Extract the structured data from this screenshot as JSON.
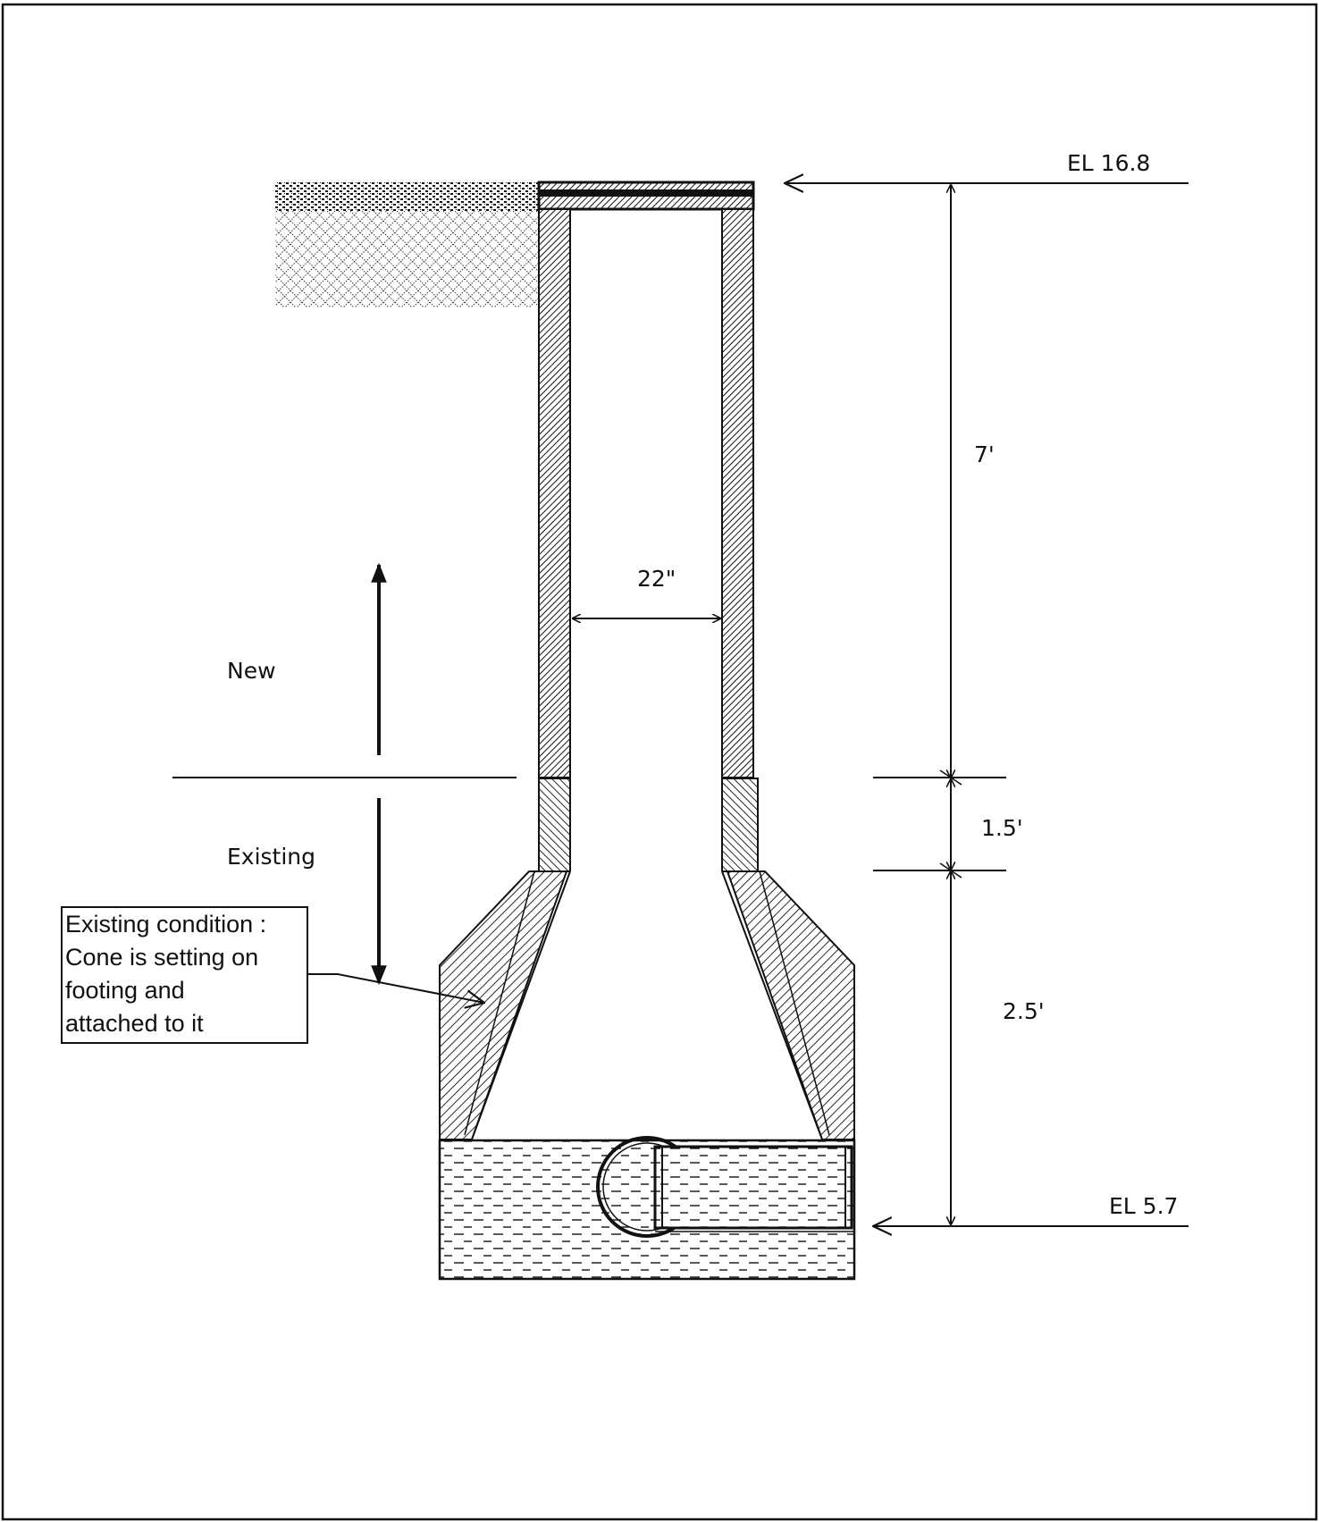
{
  "elevations": {
    "top": "EL 16.8",
    "bottom": "EL  5.7"
  },
  "dimensions": {
    "new_riser_height": "7'",
    "existing_riser_height": "1.5'",
    "cone_height": "2.5'",
    "inside_diameter": "22\""
  },
  "zones": {
    "new": "New",
    "existing": "Existing"
  },
  "callout": {
    "lines": [
      "Existing condition :",
      "Cone is setting on",
      "footing and",
      "attached to it"
    ]
  },
  "colors": {
    "line": "#111111",
    "paper": "#ffffff"
  }
}
